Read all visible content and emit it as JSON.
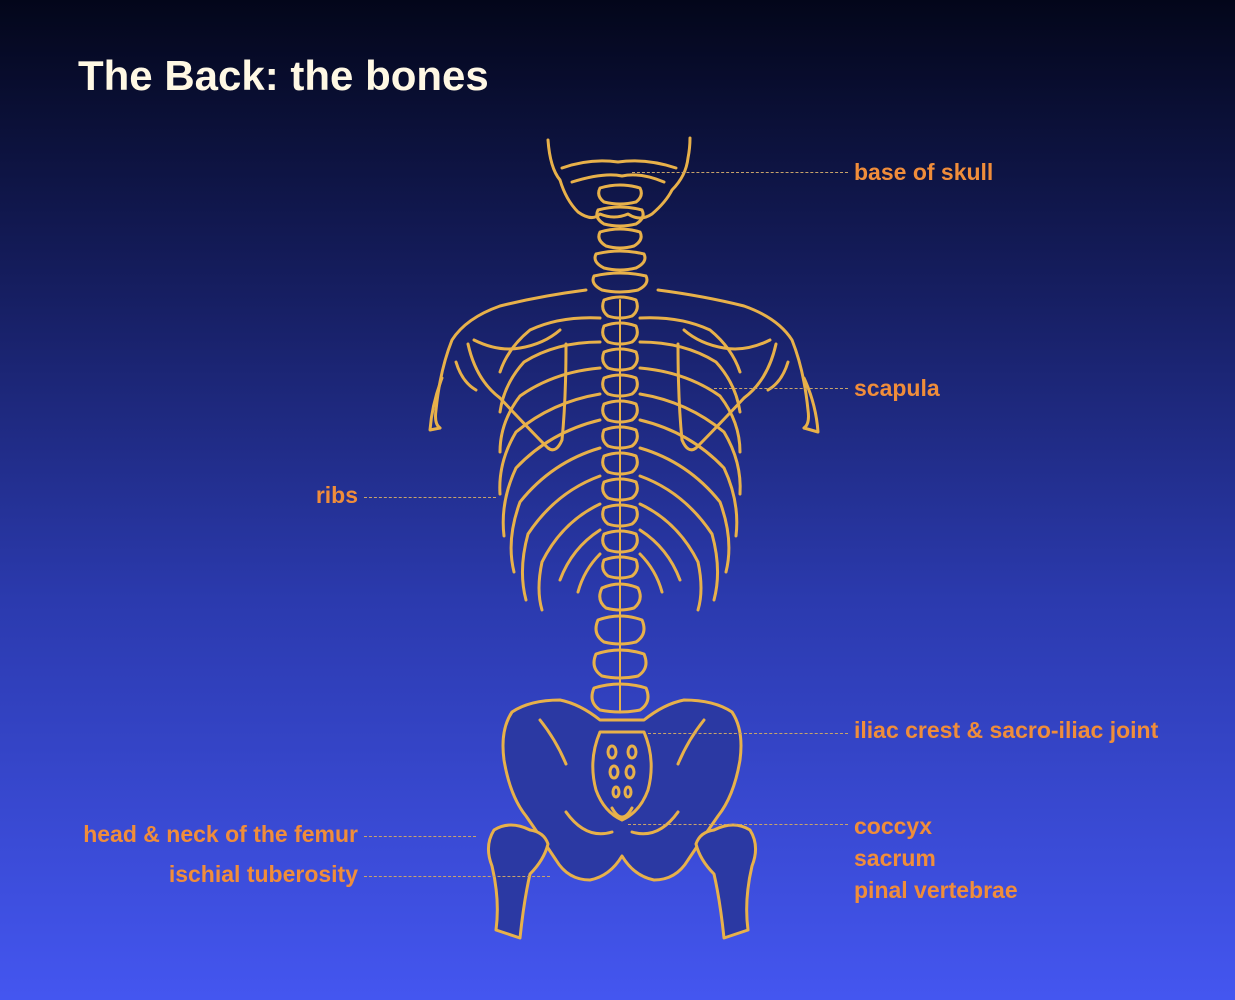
{
  "title": "The Back: the bones",
  "labels": {
    "base_of_skull": "base of skull",
    "scapula": "scapula",
    "ribs": "ribs",
    "iliac_crest": "iliac crest & sacro-iliac joint",
    "femur_head_neck": "head & neck of the femur",
    "ischial_tuberosity": "ischial tuberosity",
    "coccyx": "coccyx",
    "sacrum": "sacrum",
    "spinal_vertebrae": "pinal vertebrae"
  },
  "colors": {
    "bone_outline": "#e8b14a",
    "label_text": "#f08d3a",
    "title_text": "#fff8e4",
    "pelvis_fill": "#2b39a3"
  }
}
